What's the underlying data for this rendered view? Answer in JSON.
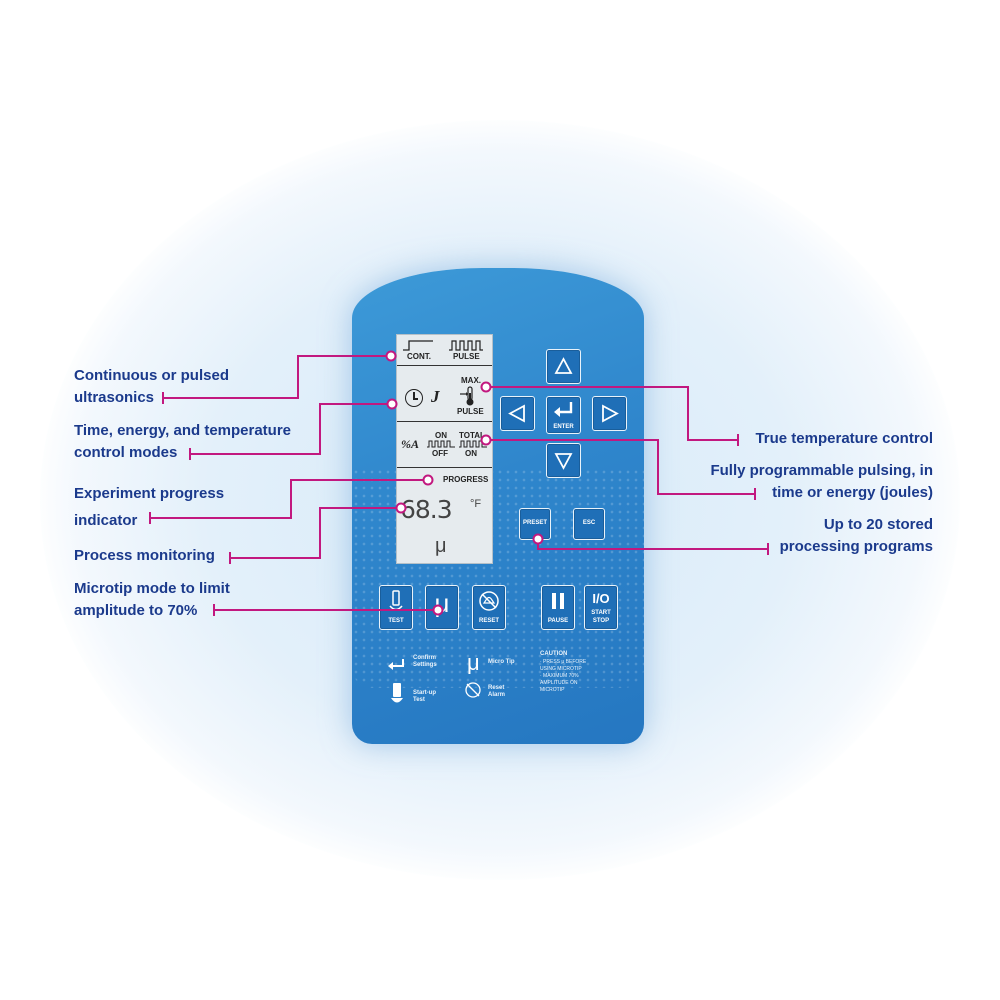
{
  "callouts": {
    "pulsed": [
      "Continuous or pulsed",
      "ultrasonics"
    ],
    "modes": [
      "Time, energy, and temperature",
      "control modes"
    ],
    "progress": [
      "Experiment progress",
      "indicator"
    ],
    "monitoring": "Process monitoring",
    "microtip": [
      "Microtip mode to limit",
      "amplitude to 70%"
    ],
    "temperature": "True temperature control",
    "pulsing": [
      "Fully programmable pulsing, in",
      "time or energy (joules)"
    ],
    "stored": [
      "Up to 20 stored",
      "processing programs"
    ]
  },
  "display": {
    "cont": "CONT.",
    "pulse": "PULSE",
    "max": "MAX.",
    "pulse2": "PULSE",
    "j": "J",
    "percent_a": "%A",
    "on": "ON",
    "off": "OFF",
    "total": "TOTAL",
    "total_on": "ON",
    "progress": "PROGRESS",
    "reading": "68.3",
    "unit": "°F",
    "mu": "μ"
  },
  "buttons": {
    "enter": "ENTER",
    "preset": "PRESET",
    "esc": "ESC",
    "test": "TEST",
    "reset": "RESET",
    "pause": "PAUSE",
    "io": "I/O",
    "start_stop": [
      "START",
      "STOP"
    ],
    "microtip_symbol": "μ"
  },
  "legend": {
    "confirm": [
      "Confirm",
      "Settings"
    ],
    "micro_tip": "Micro Tip",
    "reset_alarm": [
      "Reset",
      "Alarm"
    ],
    "startup": [
      "Start-up",
      "Test"
    ],
    "caution_title": "CAUTION",
    "caution_lines": [
      "· PRESS μ BEFORE",
      "  USING MICROTIP",
      "· MAXIMUM 70%",
      "  AMPLITUDE ON",
      "  MICROTIP"
    ],
    "mu": "μ"
  },
  "colors": {
    "callout_text": "#1b3a8c",
    "leader_line": "#c2187f",
    "panel": "#2f86cc",
    "lcd": "#e6ebee"
  }
}
